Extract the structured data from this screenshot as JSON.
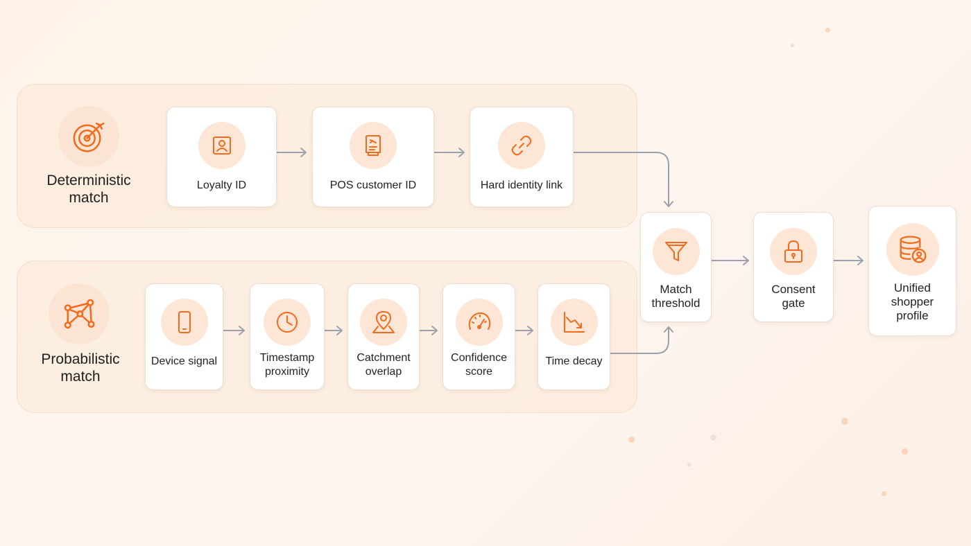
{
  "colors": {
    "accent": "#f26a1b",
    "lane_fill": "#fce8d6",
    "icon_bg": "#fde6d6",
    "arrow": "#9aa1aa"
  },
  "lanes": {
    "deterministic": {
      "label_line1": "Deterministic",
      "label_line2": "match",
      "icon": "target-icon",
      "steps": [
        {
          "label": "Loyalty ID",
          "icon": "id-badge-icon"
        },
        {
          "label": "POS customer ID",
          "icon": "receipt-icon"
        },
        {
          "label": "Hard identity link",
          "icon": "link-icon"
        }
      ]
    },
    "probabilistic": {
      "label_line1": "Probabilistic",
      "label_line2": "match",
      "icon": "network-icon",
      "steps": [
        {
          "label_line1": "Device signal",
          "label_line2": "",
          "icon": "smartphone-icon"
        },
        {
          "label_line1": "Timestamp",
          "label_line2": "proximity",
          "icon": "clock-icon"
        },
        {
          "label_line1": "Catchment",
          "label_line2": "overlap",
          "icon": "map-pin-icon"
        },
        {
          "label_line1": "Confidence",
          "label_line2": "score",
          "icon": "gauge-icon"
        },
        {
          "label_line1": "Time decay",
          "label_line2": "",
          "icon": "trend-down-icon"
        }
      ]
    }
  },
  "pipeline": [
    {
      "label_line1": "Match",
      "label_line2": "threshold",
      "label_line3": "",
      "icon": "filter-icon"
    },
    {
      "label_line1": "Consent",
      "label_line2": "gate",
      "label_line3": "",
      "icon": "lock-icon"
    },
    {
      "label_line1": "Unified",
      "label_line2": "shopper",
      "label_line3": "profile",
      "icon": "database-user-icon"
    }
  ]
}
